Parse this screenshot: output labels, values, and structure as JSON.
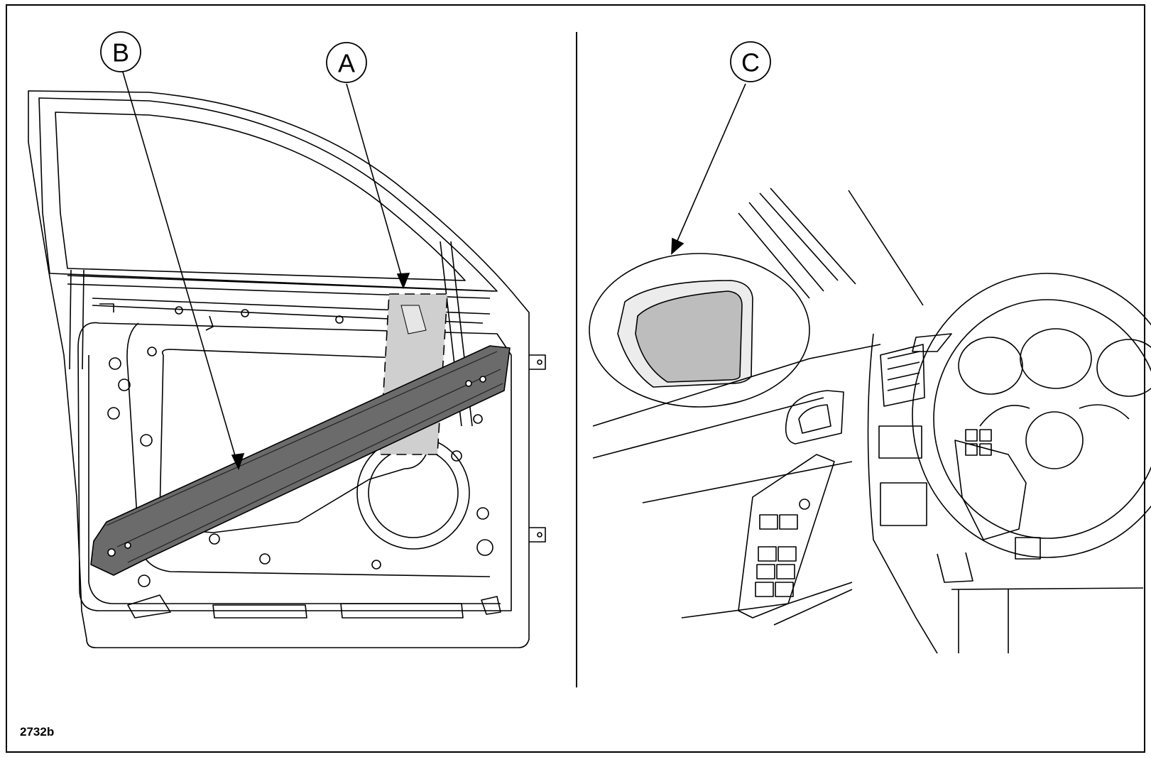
{
  "figure_id": "2732b",
  "callouts": {
    "a": "A",
    "b": "B",
    "c": "C"
  },
  "colors": {
    "line": "#000000",
    "highlight_zone": "#cfcfcf",
    "brace_fill": "#6b6b6b",
    "mirror_glass": "#bdbdbd"
  }
}
